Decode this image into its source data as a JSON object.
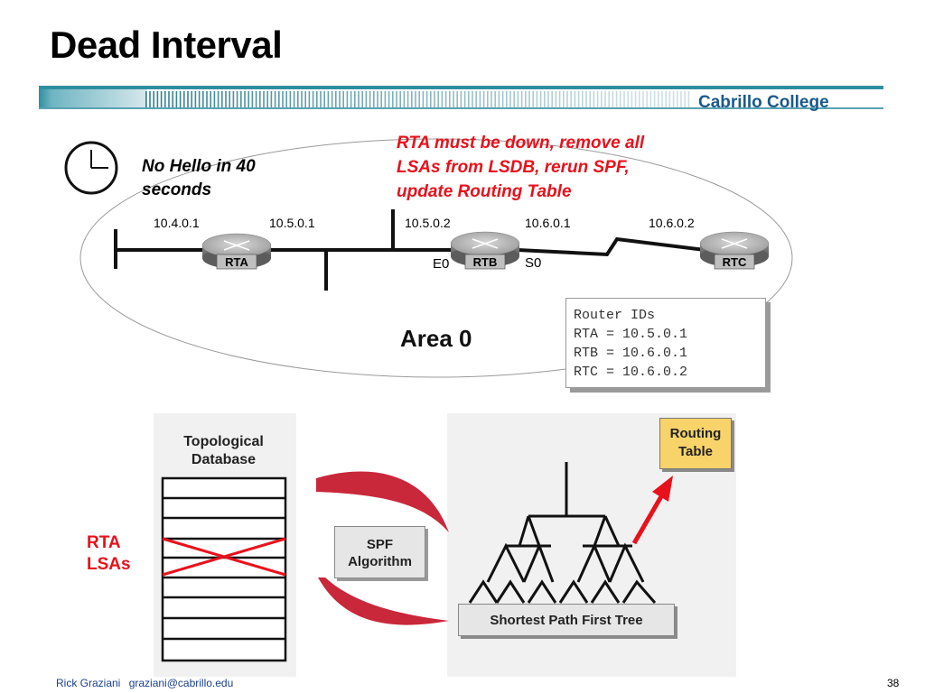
{
  "slide": {
    "title": "Dead Interval",
    "college": "Cabrillo College",
    "note_black_line1": "No Hello in 40",
    "note_black_line2": "seconds",
    "note_red_line1": "RTA must be down, remove all",
    "note_red_line2": "LSAs from LSDB, rerun SPF,",
    "note_red_line3": "update Routing Table",
    "area_label": "Area 0",
    "icons": [
      "clock-icon",
      "router-icon",
      "serial-link-icon"
    ]
  },
  "network": {
    "ips": [
      "10.4.0.1",
      "10.5.0.1",
      "10.5.0.2",
      "10.6.0.1",
      "10.6.0.2"
    ],
    "routers": [
      "RTA",
      "RTB",
      "RTC"
    ],
    "interfaces": [
      "E0",
      "S0"
    ]
  },
  "router_ids": {
    "heading": "Router IDs",
    "lines": [
      "RTA = 10.5.0.1",
      "RTB = 10.6.0.1",
      "RTC = 10.6.0.2"
    ]
  },
  "diagram": {
    "topo_line1": "Topological",
    "topo_line2": "Database",
    "rta_line1": "RTA",
    "rta_line2": "LSAs",
    "spf_line1": "SPF",
    "spf_line2": "Algorithm",
    "routing_line1": "Routing",
    "routing_line2": "Table",
    "spft_label": "Shortest Path First Tree"
  },
  "footer": {
    "author": "Rick Graziani",
    "email": "graziani@cabrillo.edu",
    "page": "38"
  },
  "colors": {
    "accent_red": "#e8111b",
    "banner_teal": "#2f8fa0",
    "routing_table_fill": "#f7d36a",
    "link_blue": "#1a3f8f"
  }
}
